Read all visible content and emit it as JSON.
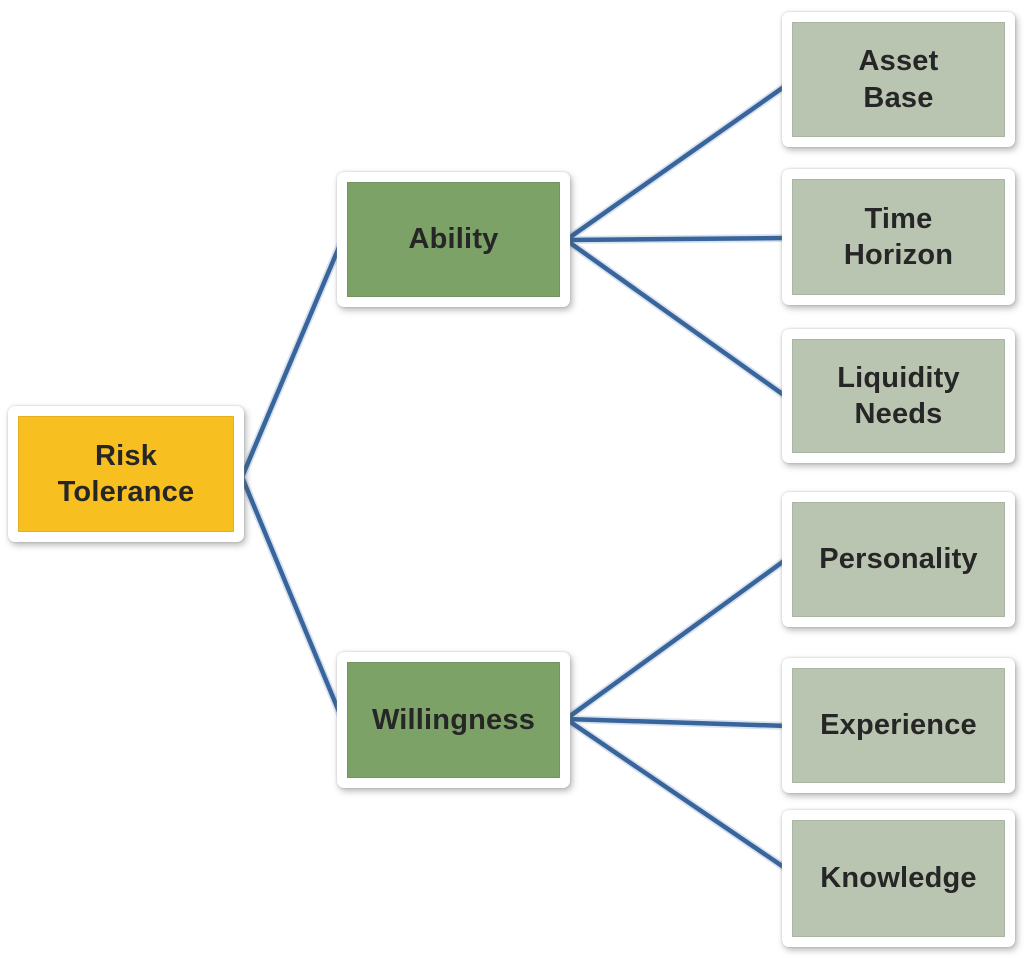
{
  "diagram": {
    "type": "tree",
    "direction": "left-to-right",
    "root": {
      "id": "risk-tolerance",
      "label": "Risk\nTolerance"
    },
    "branches": [
      {
        "id": "ability",
        "label": "Ability",
        "children": [
          {
            "id": "asset-base",
            "label": "Asset\nBase"
          },
          {
            "id": "time-horizon",
            "label": "Time\nHorizon"
          },
          {
            "id": "liquidity-needs",
            "label": "Liquidity\nNeeds"
          }
        ]
      },
      {
        "id": "willingness",
        "label": "Willingness",
        "children": [
          {
            "id": "personality",
            "label": "Personality"
          },
          {
            "id": "experience",
            "label": "Experience"
          },
          {
            "id": "knowledge",
            "label": "Knowledge"
          }
        ]
      }
    ]
  },
  "colors": {
    "root_fill": "#F8BF20",
    "branch_fill": "#7CA268",
    "leaf_fill": "#B9C5B1",
    "connector": "#38659B",
    "connector_halo": "#D9E2EF",
    "label_text": "#262626",
    "frame": "#FFFFFF",
    "background": "#FFFFFF"
  }
}
